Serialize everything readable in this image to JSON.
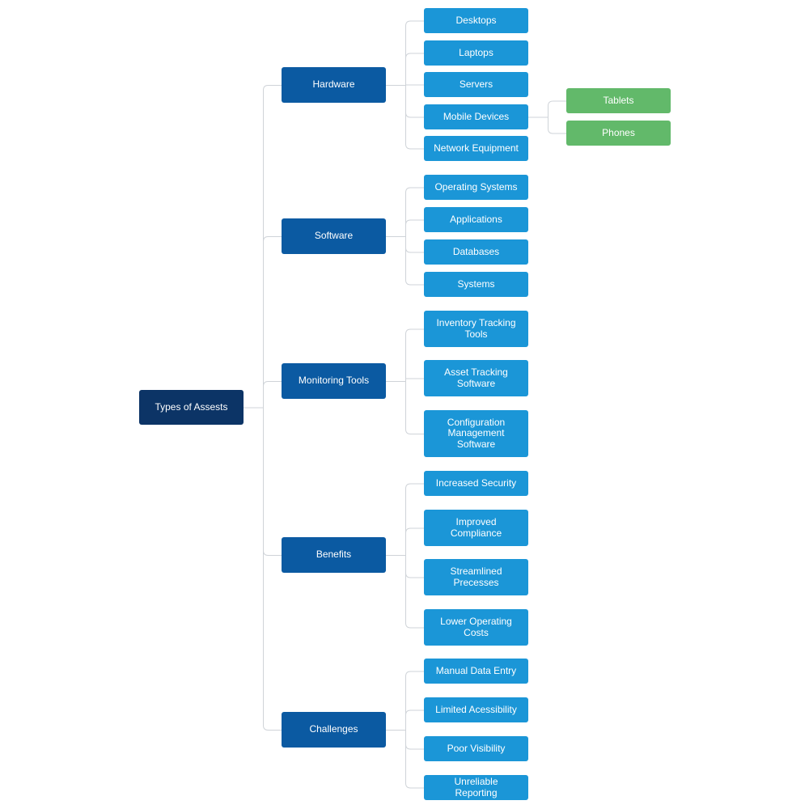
{
  "diagram": {
    "root": "Types of Assests",
    "colors": {
      "root": "#0c3466",
      "category": "#0b5aa2",
      "item": "#1b96d7",
      "subitem": "#62b96a",
      "connector": "#cfd3d8"
    },
    "categories": [
      {
        "label": "Hardware",
        "items": [
          {
            "label": "Desktops"
          },
          {
            "label": "Laptops"
          },
          {
            "label": "Servers"
          },
          {
            "label": "Mobile Devices",
            "children": [
              "Tablets",
              "Phones"
            ]
          },
          {
            "label": "Network Equipment"
          }
        ]
      },
      {
        "label": "Software",
        "items": [
          {
            "label": "Operating Systems"
          },
          {
            "label": "Applications"
          },
          {
            "label": "Databases"
          },
          {
            "label": "Systems"
          }
        ]
      },
      {
        "label": "Monitoring Tools",
        "items": [
          {
            "label": "Inventory Tracking\nTools"
          },
          {
            "label": "Asset Tracking\nSoftware"
          },
          {
            "label": "Configuration\nManagement\nSoftware"
          }
        ]
      },
      {
        "label": "Benefits",
        "items": [
          {
            "label": "Increased Security"
          },
          {
            "label": "Improved\nCompliance"
          },
          {
            "label": "Streamlined\nPrecesses"
          },
          {
            "label": "Lower Operating\nCosts"
          }
        ]
      },
      {
        "label": "Challenges",
        "items": [
          {
            "label": "Manual Data Entry"
          },
          {
            "label": "Limited Acessibility"
          },
          {
            "label": "Poor Visibility"
          },
          {
            "label": "Unreliable Reporting"
          }
        ]
      }
    ]
  }
}
